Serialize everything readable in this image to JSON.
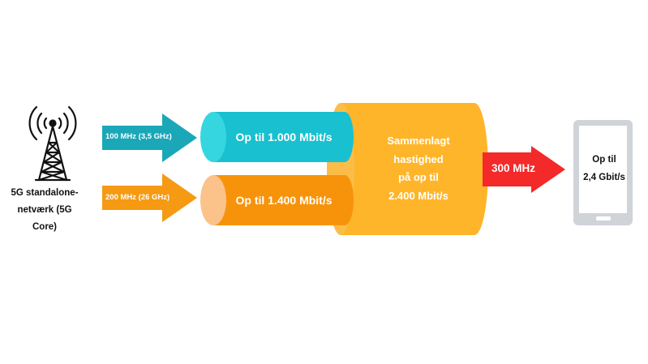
{
  "tower": {
    "label_line1": "5G standalone-",
    "label_line2": "netværk (5G Core)"
  },
  "inputs": [
    {
      "label": "100 MHz (3,5 GHz)",
      "pipe_label": "Op til 1.000 Mbit/s",
      "color": "#1aa7b8",
      "pipe_color": "#18c0d0",
      "pipe_end_color": "#36d6e0"
    },
    {
      "label": "200 MHz (26 GHz)",
      "pipe_label": "Op til 1.400 Mbit/s",
      "color": "#f59a12",
      "pipe_color": "#f7930b",
      "pipe_end_color": "#fbc38a"
    }
  ],
  "combined": {
    "line1": "Sammenlagt",
    "line2": "hastighed",
    "line3": "på op til",
    "line4": "2.400 Mbit/s",
    "color": "#ffb52a",
    "end_color": "#fbbd48"
  },
  "output": {
    "label": "300 MHz",
    "color": "#f42929"
  },
  "phone": {
    "line1": "Op til",
    "line2": "2,4 Gbit/s",
    "frame_color": "#d0d3d8"
  },
  "tower_icon": "cell-tower-icon"
}
